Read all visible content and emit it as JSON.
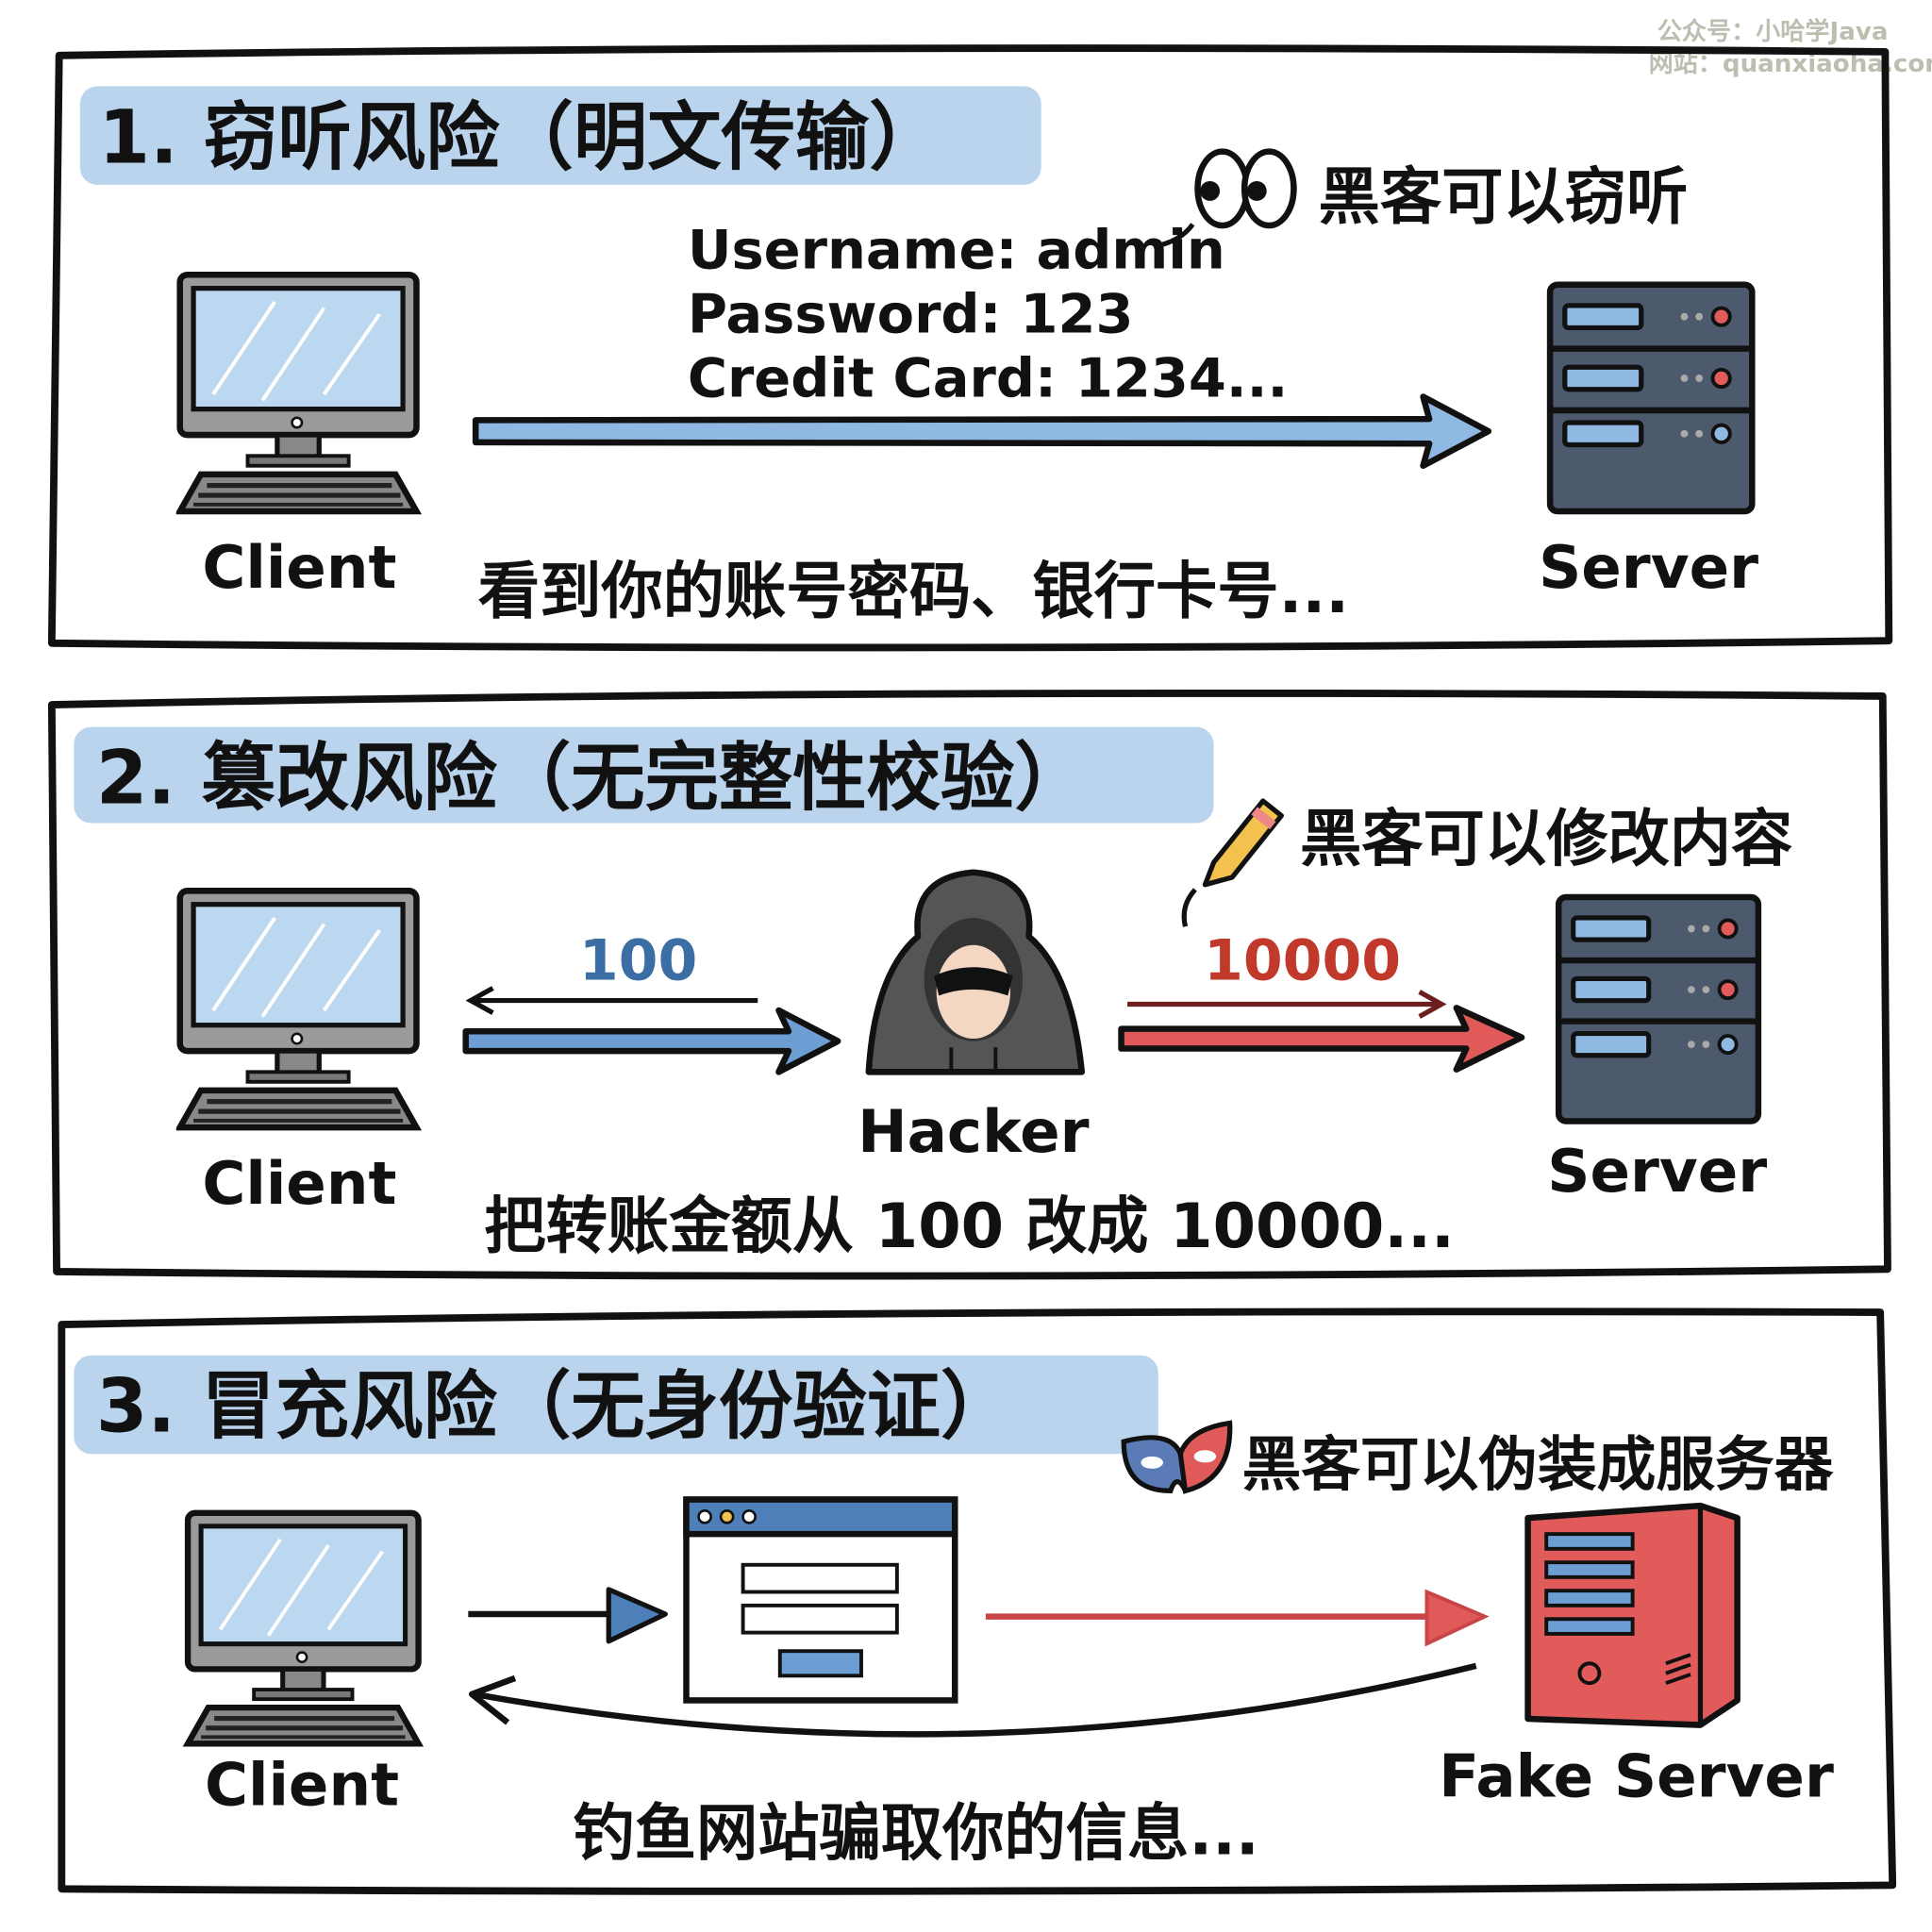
{
  "watermark": {
    "line1": "公众号：小哈学Java",
    "line2": "网站：quanxiaoha.com"
  },
  "colors": {
    "blue_arrow": "#8fb9e3",
    "dark_blue_arrow": "#4f7fb8",
    "red_arrow": "#e05a5a",
    "title_highlight": "#b9d4ec",
    "server": "#4d5a6e",
    "fake_server": "#e25b5b",
    "value_blue": "#3a6ea5",
    "value_red": "#c0392b"
  },
  "panel1": {
    "title": "1. 窃听风险（明文传输）",
    "hacker_note": "黑客可以窃听",
    "hacker_icon": "eyes-icon",
    "data_lines": [
      "Username: admin",
      "Password: 123",
      "Credit Card: 1234..."
    ],
    "client_label": "Client",
    "server_label": "Server",
    "caption": "看到你的账号密码、银行卡号..."
  },
  "panel2": {
    "title": "2. 篡改风险（无完整性校验）",
    "hacker_note": "黑客可以修改内容",
    "hacker_icon": "pencil-icon",
    "original_value": "100",
    "modified_value": "10000",
    "client_label": "Client",
    "hacker_label": "Hacker",
    "server_label": "Server",
    "caption": "把转账金额从 100 改成 10000..."
  },
  "panel3": {
    "title": "3. 冒充风险（无身份验证）",
    "hacker_note": "黑客可以伪装成服务器",
    "hacker_icon": "mask-icon",
    "client_label": "Client",
    "server_label": "Fake Server",
    "caption": "钓鱼网站骗取你的信息..."
  }
}
